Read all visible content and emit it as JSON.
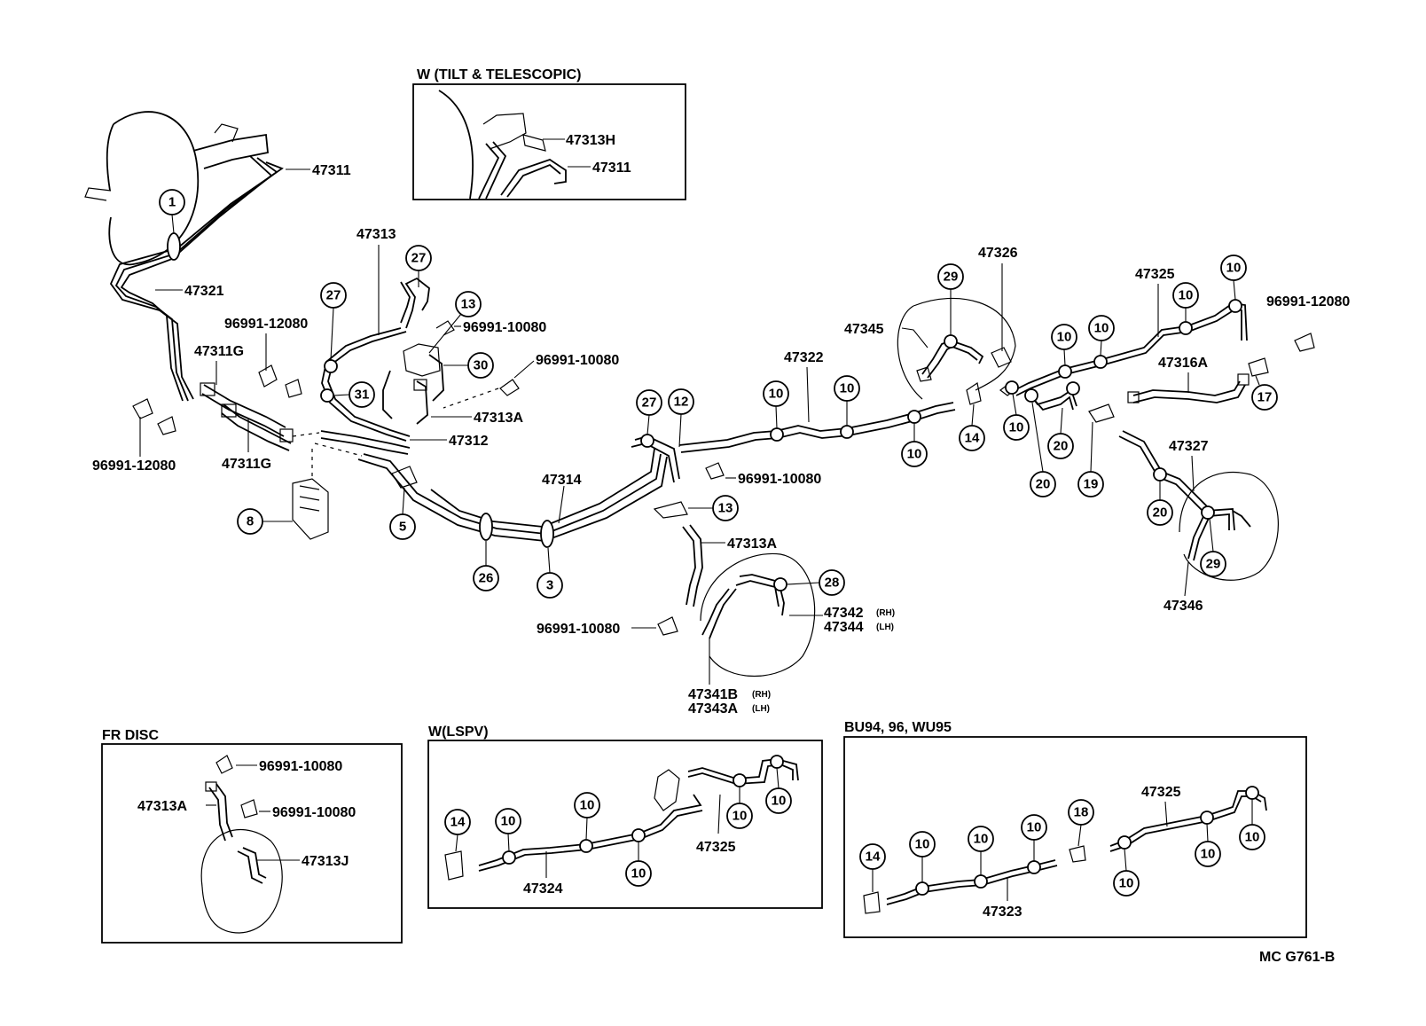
{
  "diagram": {
    "insets": {
      "tilt": "W (TILT & TELESCOPIC)",
      "fr_disc": "FR DISC",
      "lspv": "W(LSPV)",
      "bu94": "BU94, 96, WU95"
    },
    "labels": {
      "p47311": "47311",
      "p47321": "47321",
      "p47313": "47313",
      "p96991_12080_a": "96991-12080",
      "p47311G_a": "47311G",
      "p47311G_b": "47311G",
      "p96991_12080_b": "96991-12080",
      "p96991_10080_a": "96991-10080",
      "p96991_10080_b": "96991-10080",
      "p47313A_a": "47313A",
      "p47312": "47312",
      "p47314": "47314",
      "p47313H": "47313H",
      "p47311_inset": "47311",
      "p47326": "47326",
      "p47345": "47345",
      "p47322": "47322",
      "p47325": "47325",
      "p96991_12080_c": "96991-12080",
      "p47316A": "47316A",
      "p47327": "47327",
      "p47346": "47346",
      "p96991_10080_c": "96991-10080",
      "p47313A_b": "47313A",
      "p47342": "47342",
      "p47344": "47344",
      "p96991_10080_d": "96991-10080",
      "p47341B": "47341B",
      "p47343A": "47343A",
      "fr_96991_10080_a": "96991-10080",
      "fr_47313A": "47313A",
      "fr_96991_10080_b": "96991-10080",
      "fr_47313J": "47313J",
      "l_47325": "47325",
      "l_47324": "47324",
      "b_47325": "47325",
      "b_47323": "47323",
      "rh_a": "(RH)",
      "lh_a": "(LH)",
      "rh_b": "(RH)",
      "lh_b": "(LH)",
      "ref": "MC G761-B"
    },
    "callouts": {
      "c1": "1",
      "c27a": "27",
      "c27b": "27",
      "c13a": "13",
      "c30": "30",
      "c31": "31",
      "c8": "8",
      "c5": "5",
      "c26": "26",
      "c3": "3",
      "c27c": "27",
      "c12": "12",
      "c13b": "13",
      "c28": "28",
      "c10a": "10",
      "c10b": "10",
      "c10c": "10",
      "c29a": "29",
      "c14": "14",
      "c10d": "10",
      "c10e": "10",
      "c10f": "10",
      "c20a": "20",
      "c20b": "20",
      "c19": "19",
      "c10g": "10",
      "c10h": "10",
      "c17": "17",
      "c20c": "20",
      "c29b": "29",
      "l14": "14",
      "l10a": "10",
      "l10b": "10",
      "l10c": "10",
      "l10d": "10",
      "l10e": "10",
      "b14": "14",
      "b10a": "10",
      "b10b": "10",
      "b10c": "10",
      "b18": "18",
      "b10d": "10",
      "b10e": "10",
      "b10f": "10"
    }
  }
}
